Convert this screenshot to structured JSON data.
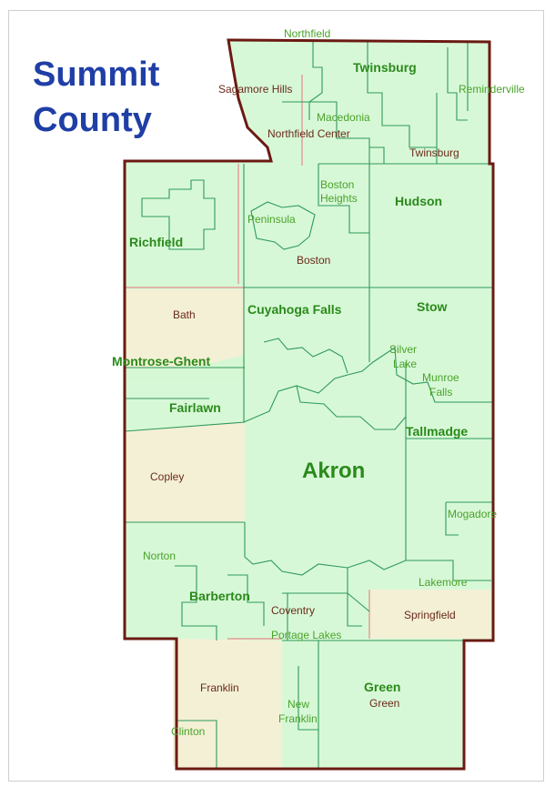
{
  "title": {
    "line1": "Summit",
    "line2": "County"
  },
  "colors": {
    "title": "#1f3fa6",
    "land_green": "#d4f7d4",
    "land_tan": "#f3f0d6",
    "county_border": "#6b1a12",
    "municipal_line": "#2f9a5a",
    "township_line": "#e58a8a",
    "label_green": "#2a8a1a",
    "label_brown": "#6b2a1a"
  },
  "places": {
    "northfield": "Northfield",
    "twinsburg_city": "Twinsburg",
    "reminderville": "Reminderville",
    "sagamore_hills": "Sagamore Hills",
    "macedonia": "Macedonia",
    "northfield_center": "Northfield Center",
    "twinsburg_twp": "Twinsburg",
    "boston_heights_1": "Boston",
    "boston_heights_2": "Heights",
    "hudson": "Hudson",
    "richfield": "Richfield",
    "peninsula": "Peninsula",
    "boston": "Boston",
    "bath": "Bath",
    "cuyahoga_falls": "Cuyahoga Falls",
    "stow": "Stow",
    "montrose_ghent": "Montrose-Ghent",
    "silver_lake_1": "Silver",
    "silver_lake_2": "Lake",
    "munroe_falls_1": "Munroe",
    "munroe_falls_2": "Falls",
    "fairlawn": "Fairlawn",
    "tallmadge": "Tallmadge",
    "akron": "Akron",
    "copley": "Copley",
    "mogadore": "Mogadore",
    "norton": "Norton",
    "lakemore": "Lakemore",
    "barberton": "Barberton",
    "coventry": "Coventry",
    "springfield": "Springfield",
    "portage_lakes": "Portage Lakes",
    "franklin": "Franklin",
    "green_city": "Green",
    "green_twp": "Green",
    "new_franklin_1": "New",
    "new_franklin_2": "Franklin",
    "clinton": "Clinton"
  }
}
